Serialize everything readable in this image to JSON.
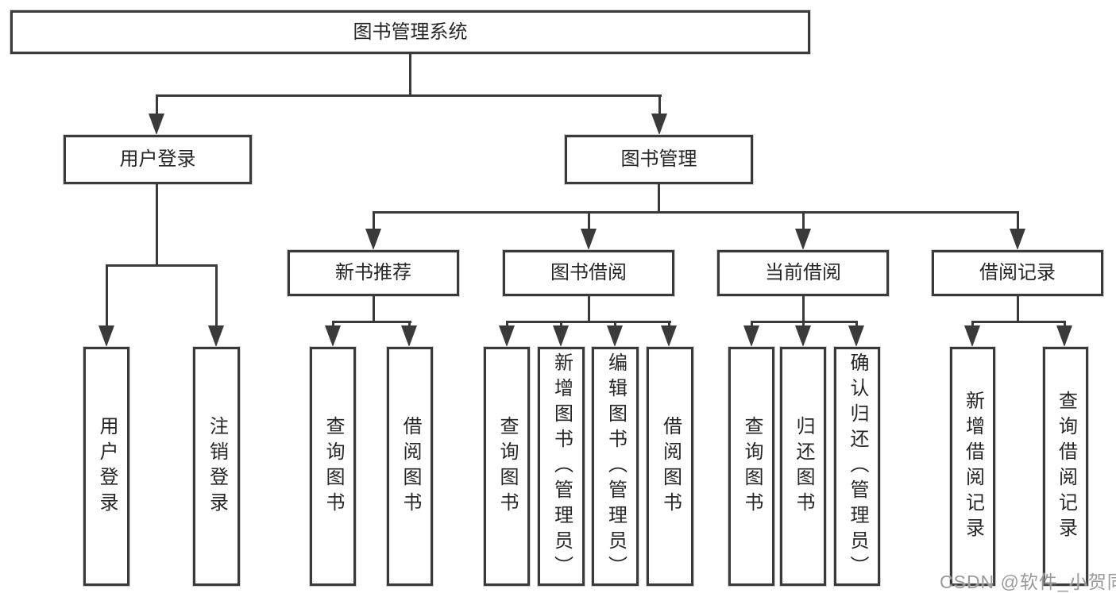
{
  "diagram": {
    "root": {
      "label": "图书管理系统",
      "children": [
        {
          "label": "用户登录",
          "children": [
            {
              "label": "用户登录"
            },
            {
              "label": "注销登录"
            }
          ]
        },
        {
          "label": "图书管理",
          "children": [
            {
              "label": "新书推荐",
              "children": [
                {
                  "label": "查询图书"
                },
                {
                  "label": "借阅图书"
                }
              ]
            },
            {
              "label": "图书借阅",
              "children": [
                {
                  "label": "查询图书"
                },
                {
                  "label": "新增图书（管理员）"
                },
                {
                  "label": "编辑图书（管理员）"
                },
                {
                  "label": "借阅图书"
                }
              ]
            },
            {
              "label": "当前借阅",
              "children": [
                {
                  "label": "查询图书"
                },
                {
                  "label": "归还图书"
                },
                {
                  "label": "确认归还（管理员）"
                }
              ]
            },
            {
              "label": "借阅记录",
              "children": [
                {
                  "label": "新增借阅记录"
                },
                {
                  "label": "查询借阅记录"
                }
              ]
            }
          ]
        }
      ]
    }
  },
  "watermark": {
    "text": "CSDN @软件_小贺同学"
  },
  "colors": {
    "line": "#3a3a3a",
    "text": "#262626",
    "bg": "#ffffff",
    "boxbg": "#ffffff",
    "watermark": "#9a9a9a",
    "halo": "#cfcfcf"
  }
}
